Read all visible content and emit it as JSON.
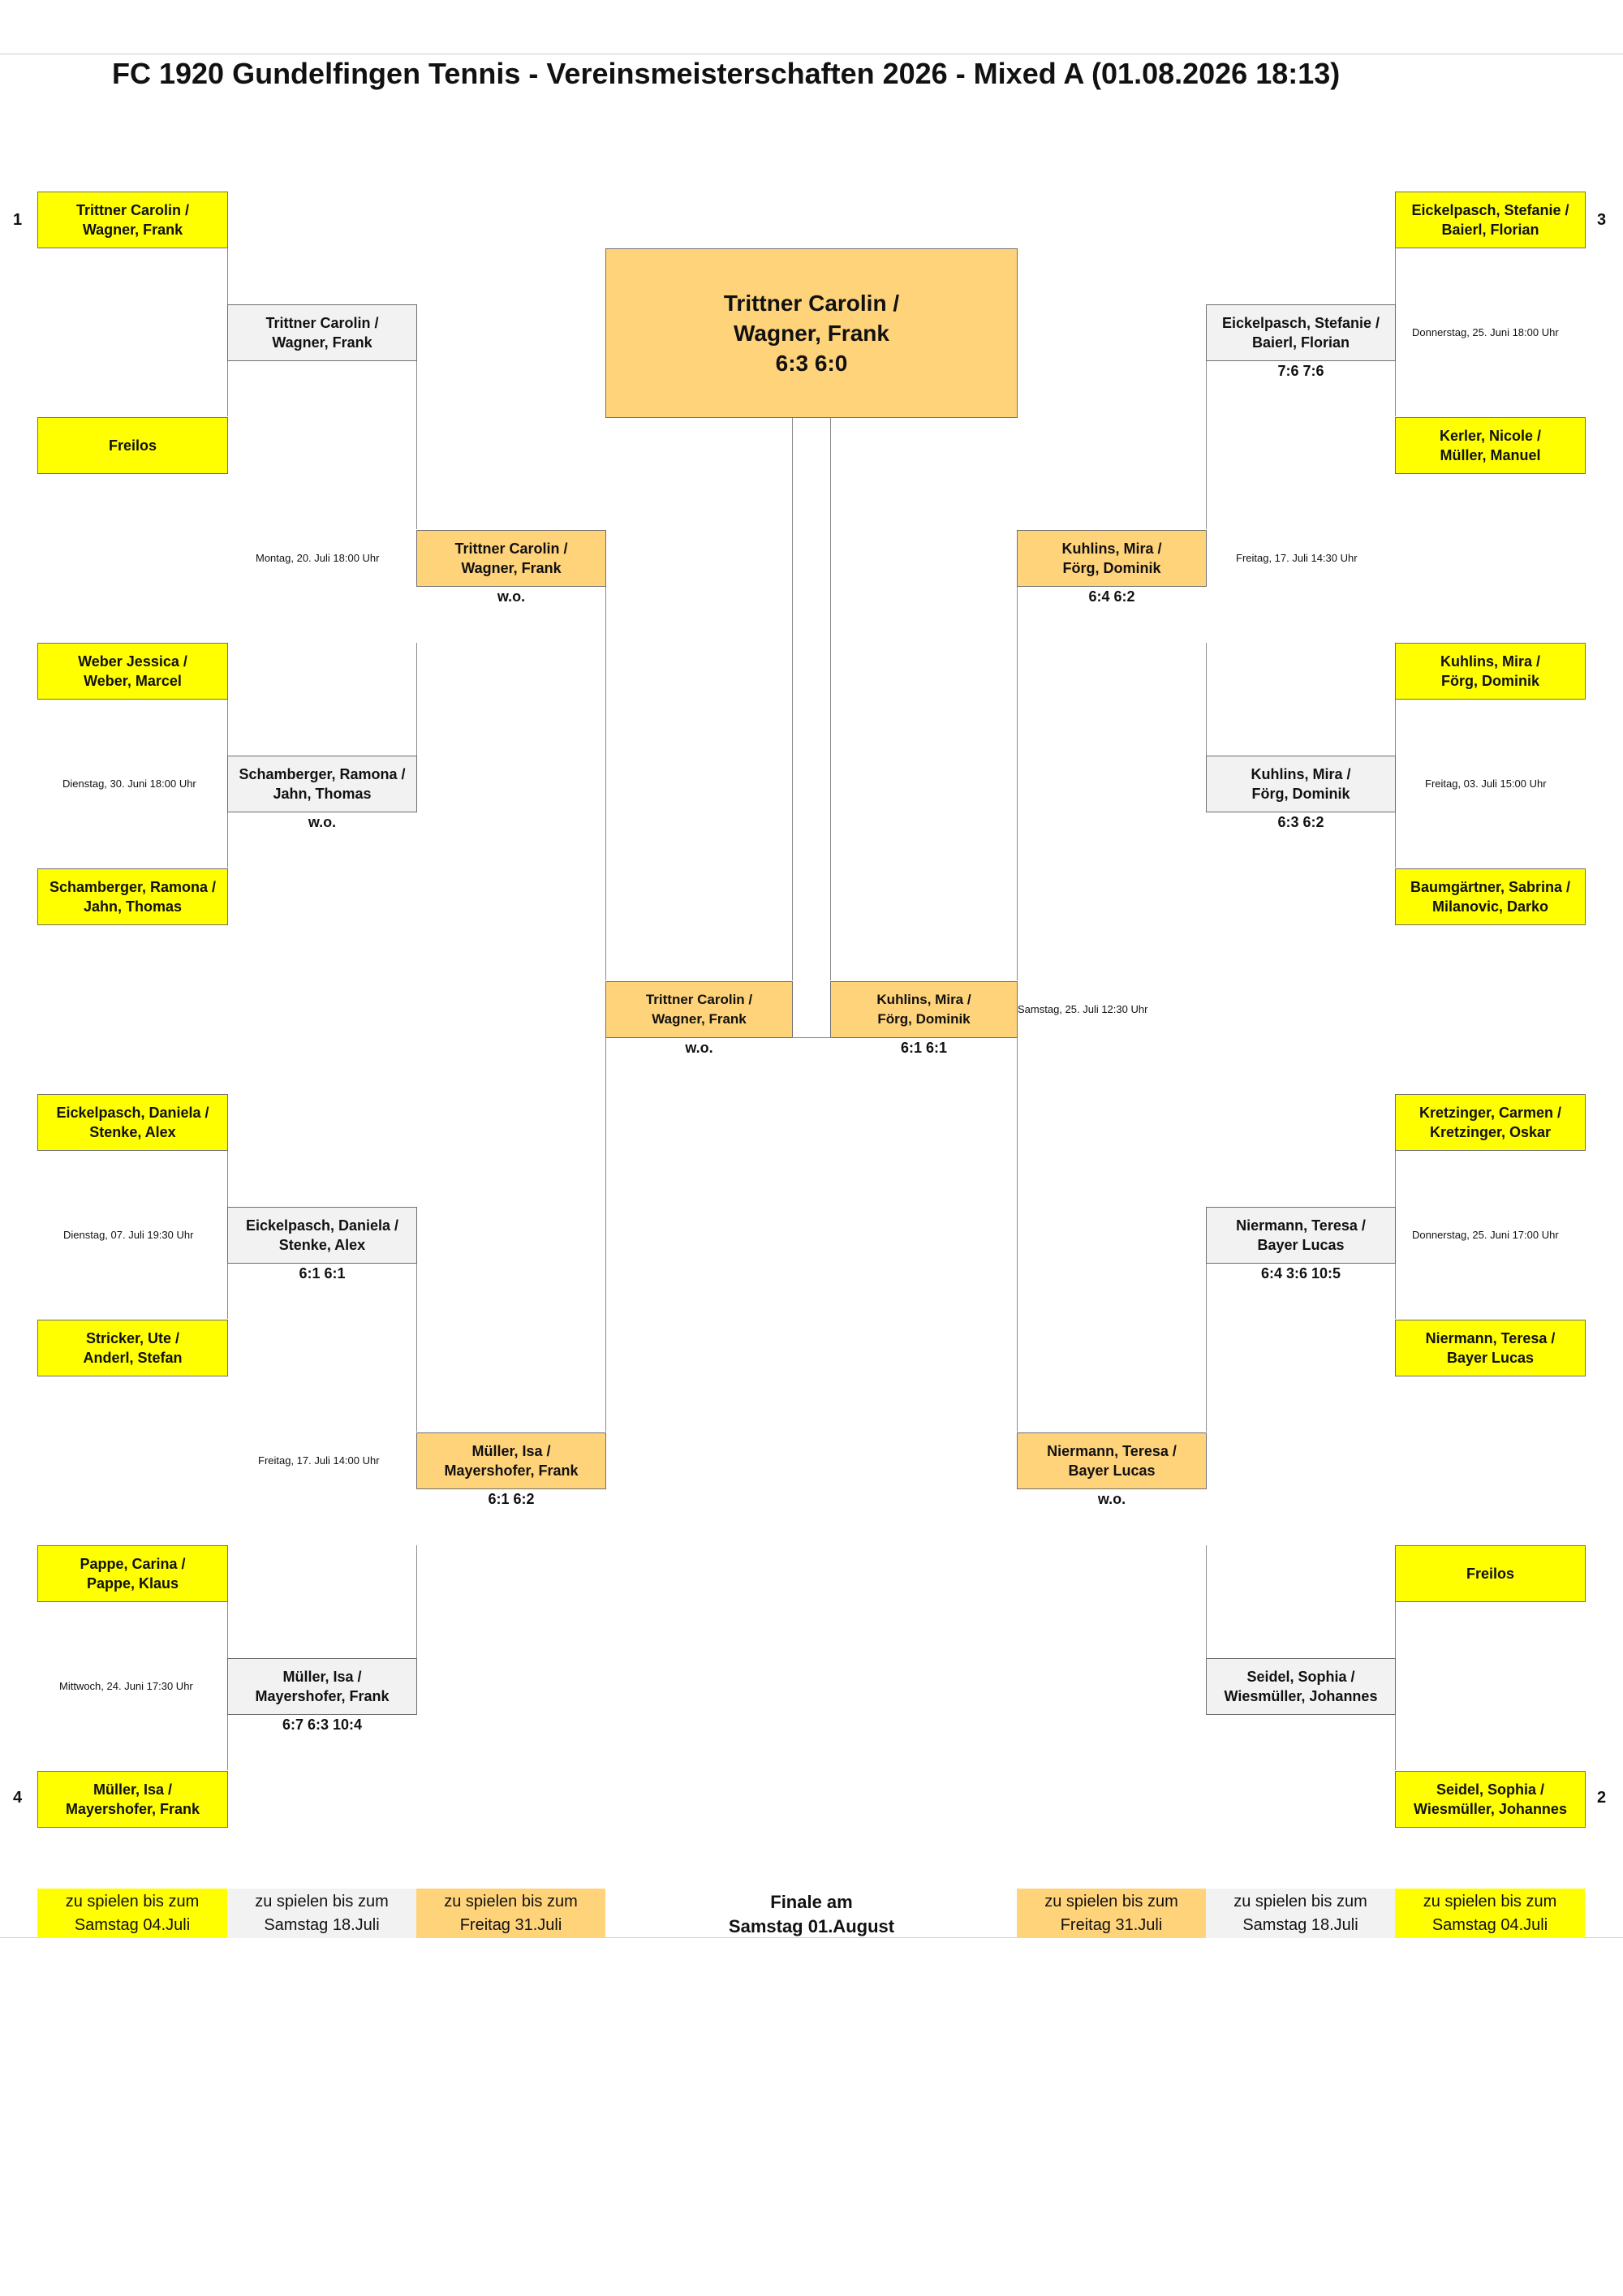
{
  "title": "FC 1920 Gundelfingen Tennis - Vereinsmeisterschaften 2026 - Mixed A (01.08.2026 18:13)",
  "seeds": {
    "s1": "1",
    "s3": "3",
    "s4": "4",
    "s2": "2"
  },
  "colors": {
    "first_round": "#ffff00",
    "third_round": "#ffd37a",
    "second_round": "#f2f2f2"
  },
  "champion": {
    "name1": "Trittner Carolin  /",
    "name2": "Wagner, Frank",
    "score": "6:3 6:0"
  },
  "left": {
    "r1": [
      {
        "name1": "Trittner Carolin  /",
        "name2": "Wagner, Frank"
      },
      {
        "name1": "Freilos",
        "name2": ""
      },
      {
        "name1": "Weber Jessica /",
        "name2": "Weber, Marcel"
      },
      {
        "name1": "Schamberger, Ramona /",
        "name2": "Jahn, Thomas"
      },
      {
        "name1": "Eickelpasch, Daniela /",
        "name2": "Stenke, Alex"
      },
      {
        "name1": "Stricker, Ute  /",
        "name2": "Anderl, Stefan"
      },
      {
        "name1": "Pappe, Carina /",
        "name2": "Pappe, Klaus"
      },
      {
        "name1": "Müller, Isa /",
        "name2": "Mayershofer, Frank"
      }
    ],
    "r1_dates": [
      "Dienstag, 30. Juni 18:00 Uhr",
      "Dienstag, 07. Juli 19:30 Uhr",
      "Mittwoch, 24. Juni 17:30 Uhr"
    ],
    "r2": [
      {
        "name1": "Trittner Carolin  /",
        "name2": "Wagner, Frank",
        "score": ""
      },
      {
        "name1": "Schamberger, Ramona /",
        "name2": "Jahn, Thomas",
        "score": "w.o."
      },
      {
        "name1": "Eickelpasch, Daniela /",
        "name2": "Stenke, Alex",
        "score": "6:1 6:1"
      },
      {
        "name1": "Müller, Isa /",
        "name2": "Mayershofer, Frank",
        "score": "6:7 6:3 10:4"
      }
    ],
    "r2_dates": [
      "Montag, 20. Juli 18:00 Uhr",
      "Freitag, 17. Juli 14:00 Uhr"
    ],
    "r3": [
      {
        "name1": "Trittner Carolin  /",
        "name2": "Wagner, Frank",
        "score": "w.o."
      },
      {
        "name1": "Müller, Isa /",
        "name2": "Mayershofer, Frank",
        "score": "6:1 6:2"
      }
    ],
    "semi": {
      "name1": "Trittner Carolin  /",
      "name2": "Wagner, Frank",
      "score": "w.o."
    }
  },
  "right": {
    "r1": [
      {
        "name1": "Eickelpasch, Stefanie /",
        "name2": "Baierl, Florian"
      },
      {
        "name1": "Kerler, Nicole /",
        "name2": "Müller, Manuel"
      },
      {
        "name1": "Kuhlins, Mira /",
        "name2": "Förg, Dominik"
      },
      {
        "name1": "Baumgärtner, Sabrina /",
        "name2": "Milanovic, Darko"
      },
      {
        "name1": "Kretzinger, Carmen /",
        "name2": "Kretzinger, Oskar"
      },
      {
        "name1": "Niermann, Teresa /",
        "name2": "Bayer Lucas"
      },
      {
        "name1": "Freilos",
        "name2": ""
      },
      {
        "name1": "Seidel, Sophia /",
        "name2": "Wiesmüller, Johannes"
      }
    ],
    "r1_dates": [
      "Donnerstag, 25. Juni 18:00 Uhr",
      "Freitag, 03. Juli 15:00 Uhr",
      "Donnerstag, 25. Juni 17:00 Uhr"
    ],
    "r2": [
      {
        "name1": "Eickelpasch, Stefanie /",
        "name2": "Baierl, Florian",
        "score": "7:6 7:6"
      },
      {
        "name1": "Kuhlins, Mira /",
        "name2": "Förg, Dominik",
        "score": "6:3 6:2"
      },
      {
        "name1": "Niermann, Teresa /",
        "name2": "Bayer Lucas",
        "score": "6:4 3:6 10:5"
      },
      {
        "name1": "Seidel, Sophia /",
        "name2": "Wiesmüller, Johannes",
        "score": ""
      }
    ],
    "r2_dates": [
      "Freitag, 17. Juli 14:30 Uhr"
    ],
    "r3": [
      {
        "name1": "Kuhlins, Mira /",
        "name2": "Förg, Dominik",
        "score": "6:4 6:2"
      },
      {
        "name1": "Niermann, Teresa /",
        "name2": "Bayer Lucas",
        "score": "w.o."
      }
    ],
    "semi": {
      "name1": "Kuhlins, Mira /",
      "name2": "Förg, Dominik",
      "score": "6:1 6:1"
    },
    "semi_date": "Samstag, 25. Juli 12:30 Uhr"
  },
  "footer": {
    "left_r1": {
      "line1": "zu spielen bis zum",
      "line2": "Samstag 04.Juli"
    },
    "left_r2": {
      "line1": "zu spielen bis zum",
      "line2": "Samstag 18.Juli"
    },
    "left_r3": {
      "line1": "zu spielen bis zum",
      "line2": "Freitag 31.Juli"
    },
    "finale": {
      "line1": "Finale am",
      "line2": "Samstag 01.August"
    },
    "right_r3": {
      "line1": "zu spielen bis zum",
      "line2": "Freitag 31.Juli"
    },
    "right_r2": {
      "line1": "zu spielen bis zum",
      "line2": "Samstag 18.Juli"
    },
    "right_r1": {
      "line1": "zu spielen bis zum",
      "line2": "Samstag 04.Juli"
    }
  }
}
